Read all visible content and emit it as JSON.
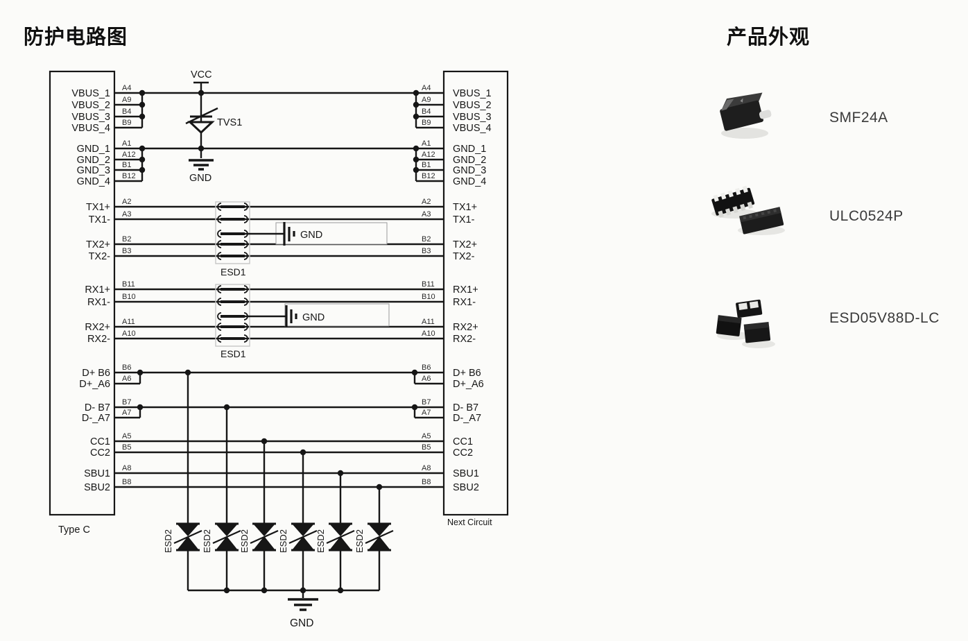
{
  "header": {
    "schematic_title": "防护电路图",
    "products_title": "产品外观"
  },
  "schematic": {
    "left_connector_label": "Type C",
    "right_connector_label": "Next Circuit",
    "vcc_label": "VCC",
    "tvs_label": "TVS1",
    "tvs_gnd_label": "GND",
    "esd_array_label": "ESD1",
    "esd_array_gnd_label": "GND",
    "esd_diode_label": "ESD2",
    "bottom_gnd_label": "GND",
    "nets": {
      "vbus": [
        {
          "name": "VBUS_1",
          "pin": "A4"
        },
        {
          "name": "VBUS_2",
          "pin": "A9"
        },
        {
          "name": "VBUS_3",
          "pin": "B4"
        },
        {
          "name": "VBUS_4",
          "pin": "B9"
        }
      ],
      "gnd": [
        {
          "name": "GND_1",
          "pin": "A1"
        },
        {
          "name": "GND_2",
          "pin": "A12"
        },
        {
          "name": "GND_3",
          "pin": "B1"
        },
        {
          "name": "GND_4",
          "pin": "B12"
        }
      ],
      "tx": [
        {
          "name": "TX1+",
          "pin": "A2"
        },
        {
          "name": "TX1-",
          "pin": "A3"
        },
        {
          "name": "TX2+",
          "pin": "B2"
        },
        {
          "name": "TX2-",
          "pin": "B3"
        }
      ],
      "rx": [
        {
          "name": "RX1+",
          "pin": "B11"
        },
        {
          "name": "RX1-",
          "pin": "B10"
        },
        {
          "name": "RX2+",
          "pin": "A11"
        },
        {
          "name": "RX2-",
          "pin": "A10"
        }
      ],
      "dplus": [
        {
          "name": "D+ B6",
          "pin": "B6"
        },
        {
          "name": "D+_A6",
          "pin": "A6"
        }
      ],
      "dminus": [
        {
          "name": "D- B7",
          "pin": "B7"
        },
        {
          "name": "D-_A7",
          "pin": "A7"
        }
      ],
      "cc": [
        {
          "name": "CC1",
          "pin": "A5"
        },
        {
          "name": "CC2",
          "pin": "B5"
        }
      ],
      "sbu": [
        {
          "name": "SBU1",
          "pin": "A8"
        },
        {
          "name": "SBU2",
          "pin": "B8"
        }
      ]
    }
  },
  "products": [
    {
      "name": "SMF24A",
      "image": "sma-diode-package-photo"
    },
    {
      "name": "ULC0524P",
      "image": "dfn10-array-package-photo"
    },
    {
      "name": "ESD05V88D-LC",
      "image": "dfn-package-trio-photo"
    }
  ]
}
